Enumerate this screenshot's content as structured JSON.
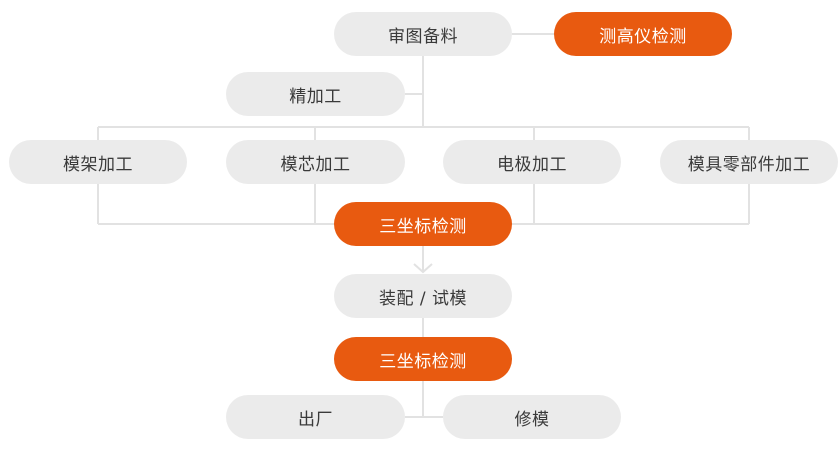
{
  "flow": {
    "step_review": "审图备料",
    "step_height_gauge": "测高仪检测",
    "step_finishing": "精加工",
    "step_frame": "模架加工",
    "step_core": "模芯加工",
    "step_electrode": "电极加工",
    "step_parts": "模具零部件加工",
    "step_cmm_1": "三坐标检测",
    "step_assembly": "装配 / 试模",
    "step_cmm_2": "三坐标检测",
    "step_ship": "出厂",
    "step_repair": "修模"
  },
  "colors": {
    "node_gray": "#ebebeb",
    "node_orange": "#e85a10",
    "connector": "#e2e2e2"
  }
}
